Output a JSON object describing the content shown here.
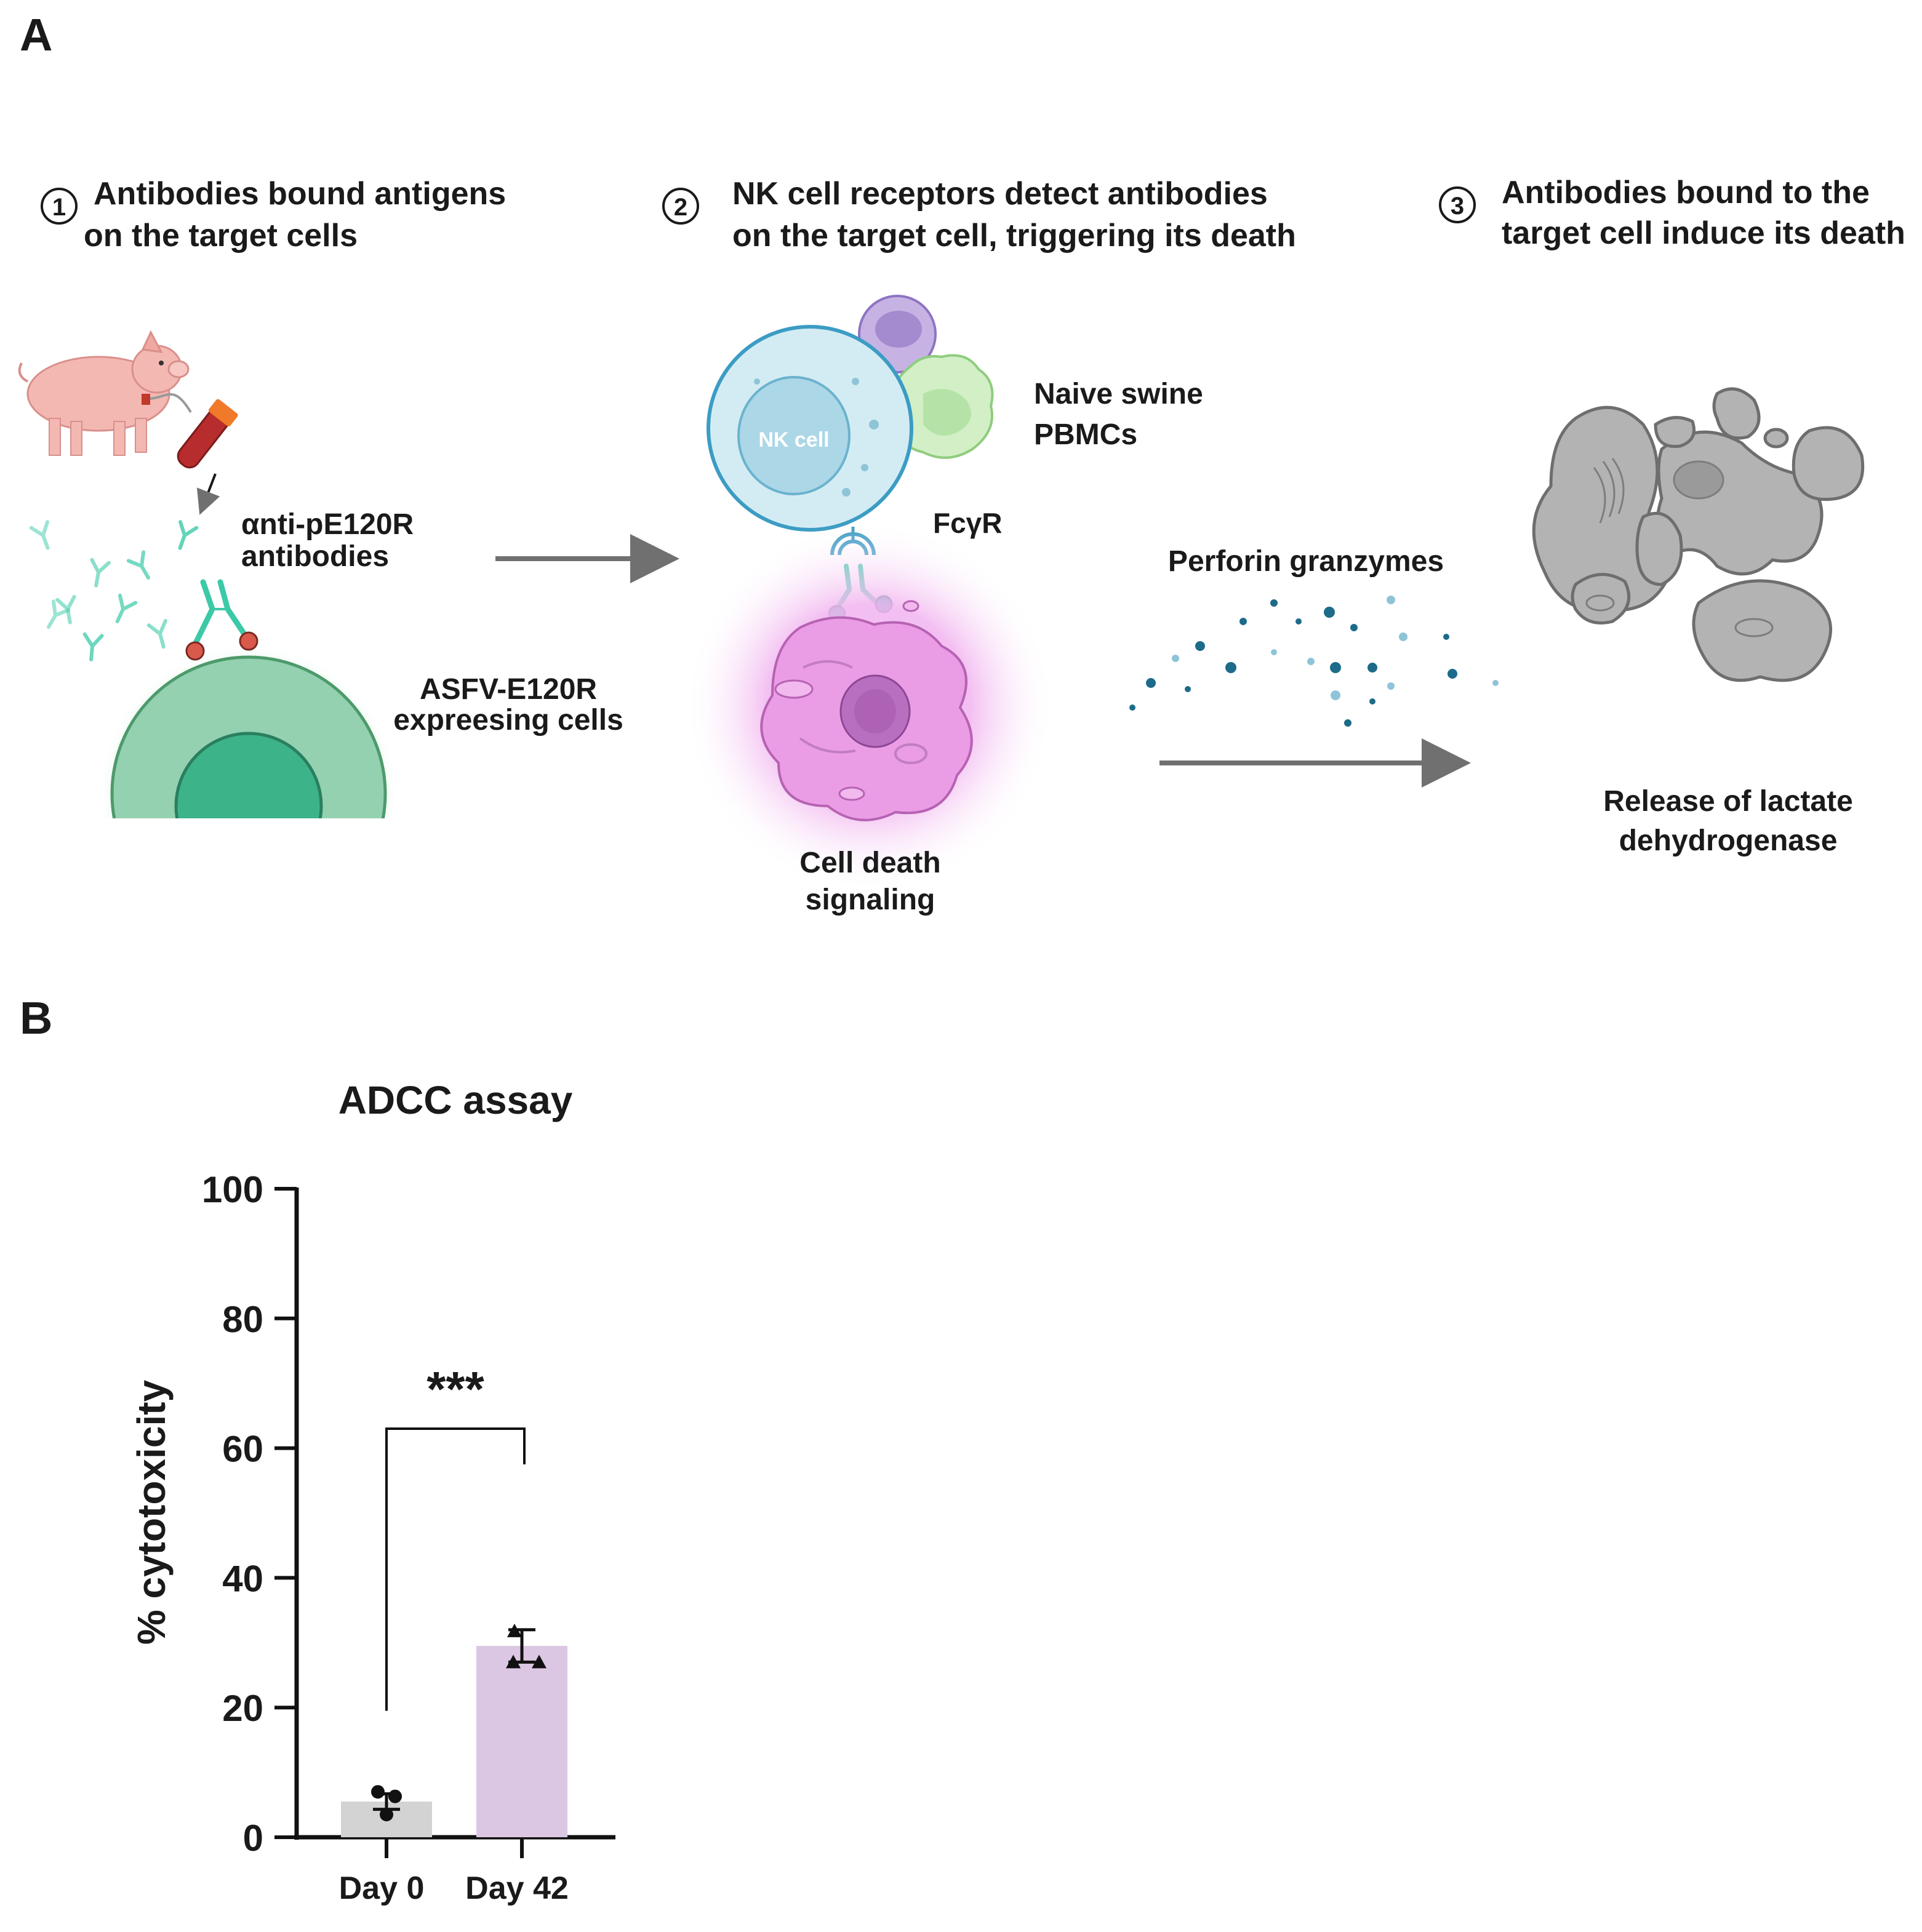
{
  "panel_a": {
    "label": "A",
    "step1": {
      "number": "1",
      "line1": "Antibodies bound antigens",
      "line2": "on the target cells"
    },
    "step2": {
      "number": "2",
      "line1": "NK cell receptors detect antibodies",
      "line2": "on the target cell, triggering its death"
    },
    "step3": {
      "number": "3",
      "line1": "Antibodies bound to the",
      "line2": "target cell induce its death"
    },
    "antibody_label": {
      "line1": "αnti-pE120R",
      "line2": "antibodies"
    },
    "target_cell_label": {
      "line1": "ASFV-E120R",
      "line2": "expreesing cells"
    },
    "nk_cell_label": "NK cell",
    "pbmc_label": {
      "line1": "Naive swine",
      "line2": "PBMCs"
    },
    "receptor_label": "FcγR",
    "perforin_label": "Perforin granzymes",
    "death_label": {
      "line1": "Cell death",
      "line2": "signaling"
    },
    "release_label": {
      "line1": "Release of lactate",
      "line2": "dehydrogenase"
    },
    "colors": {
      "antibody": "#3cc9a8",
      "nk_cell": "#b9e3ef",
      "target_cell": "#3db38a",
      "dying_cell": "#e9a6e6",
      "dead_cell": "#9e9e9e",
      "arrow": "#707070"
    }
  },
  "panel_b": {
    "label": "B",
    "significance": "***"
  },
  "chart_data": {
    "type": "bar",
    "title": "ADCC assay",
    "xlabel": "",
    "ylabel": "% cytotoxicity",
    "categories": [
      "Day 0",
      "Day 42"
    ],
    "values": [
      5.5,
      29.5
    ],
    "errors": [
      1.2,
      2.5
    ],
    "points": [
      [
        7,
        6.3,
        3.5
      ],
      [
        31.8,
        27,
        27
      ]
    ],
    "point_markers": [
      "circle",
      "triangle"
    ],
    "bar_colors": [
      "#d3d3d3",
      "#dbc7e3"
    ],
    "ylim": [
      0,
      100
    ],
    "yticks": [
      "0",
      "20",
      "40",
      "60",
      "80",
      "100"
    ],
    "grid": false
  }
}
